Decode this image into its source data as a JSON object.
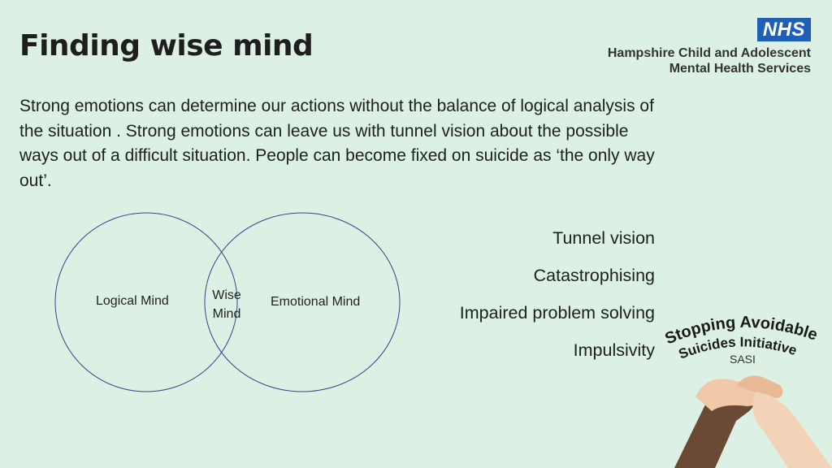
{
  "slide": {
    "title": "Finding wise mind",
    "intro": "Strong emotions can determine our actions without the balance of logical analysis of the situation .  Strong emotions can leave us with  tunnel vision about the possible ways out of a difficult situation.  People can become fixed on suicide as ‘the only way out’."
  },
  "branding": {
    "nhs_logo": "NHS",
    "org_line1": "Hampshire Child and Adolescent",
    "org_line2": "Mental Health Services",
    "nhs_blue": "#1f5fb5"
  },
  "venn": {
    "left_label": "Logical Mind",
    "overlap_line1": "Wise",
    "overlap_line2": "Mind",
    "right_label": "Emotional Mind",
    "circle_stroke": "#2b4a8a"
  },
  "effects": [
    "Tunnel vision",
    "Catastrophising",
    "Impaired problem solving",
    "Impulsivity"
  ],
  "sasi": {
    "line1": "Stopping Avoidable",
    "line2": "Suicides Initiative",
    "abbr": "SASI",
    "text_color": "#1a1a1a"
  },
  "colors": {
    "background": "#dcf0e4"
  }
}
